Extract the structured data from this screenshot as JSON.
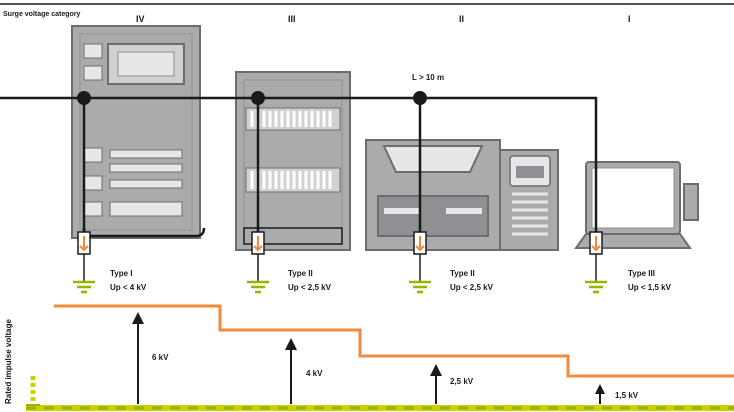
{
  "header": {
    "title": "Surge voltage category"
  },
  "categories": [
    "IV",
    "III",
    "II",
    "I"
  ],
  "distance_label": "L > 10 m",
  "devices": [
    {
      "type": "Type I",
      "up": "Up < 4 kV"
    },
    {
      "type": "Type II",
      "up": "Up < 2,5 kV"
    },
    {
      "type": "Type II",
      "up": "Up < 2,5 kV"
    },
    {
      "type": "Type III",
      "up": "Up < 1,5 kV"
    }
  ],
  "y_axis_label": "Rated impulse voltage",
  "voltage_steps": [
    "6 kV",
    "4 kV",
    "2,5 kV",
    "1,5 kV"
  ],
  "colors": {
    "step_line": "#f08a3c",
    "arrester": "#f08a3c",
    "ground": "#c8d400",
    "cabinet": "#a9abad",
    "wire": "#1a1a1a"
  }
}
